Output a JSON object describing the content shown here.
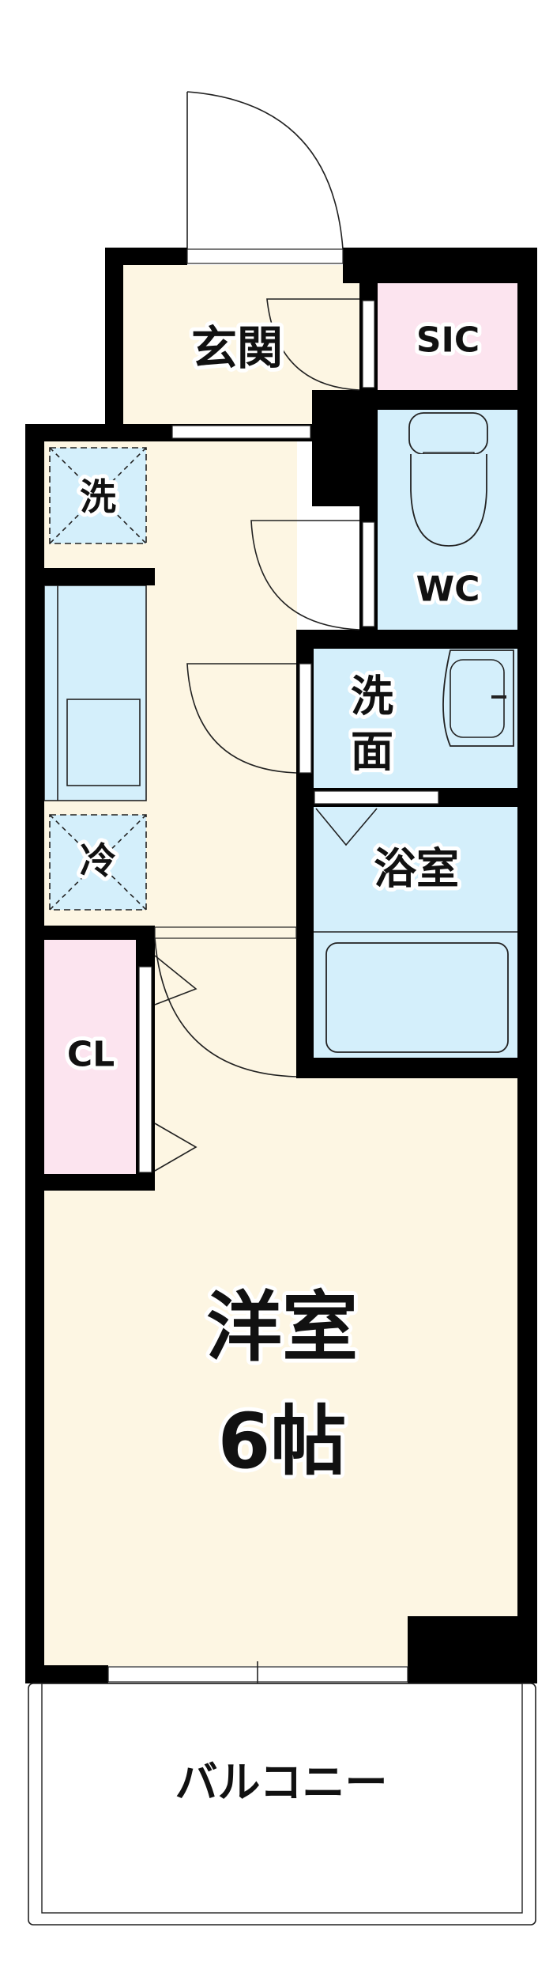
{
  "floorplan": {
    "rooms": {
      "entrance": "玄関",
      "sic": "SIC",
      "wc": "WC",
      "washer": "洗",
      "washroom_line1": "洗",
      "washroom_line2": "面",
      "bath": "浴室",
      "fridge": "冷",
      "closet": "CL",
      "western_room": "洋室",
      "western_room_size": "6帖",
      "balcony": "バルコニー"
    },
    "colors": {
      "floor": "#fdf6e3",
      "storage": "#fce4ef",
      "water": "#d4effb",
      "wall": "#000000"
    }
  }
}
